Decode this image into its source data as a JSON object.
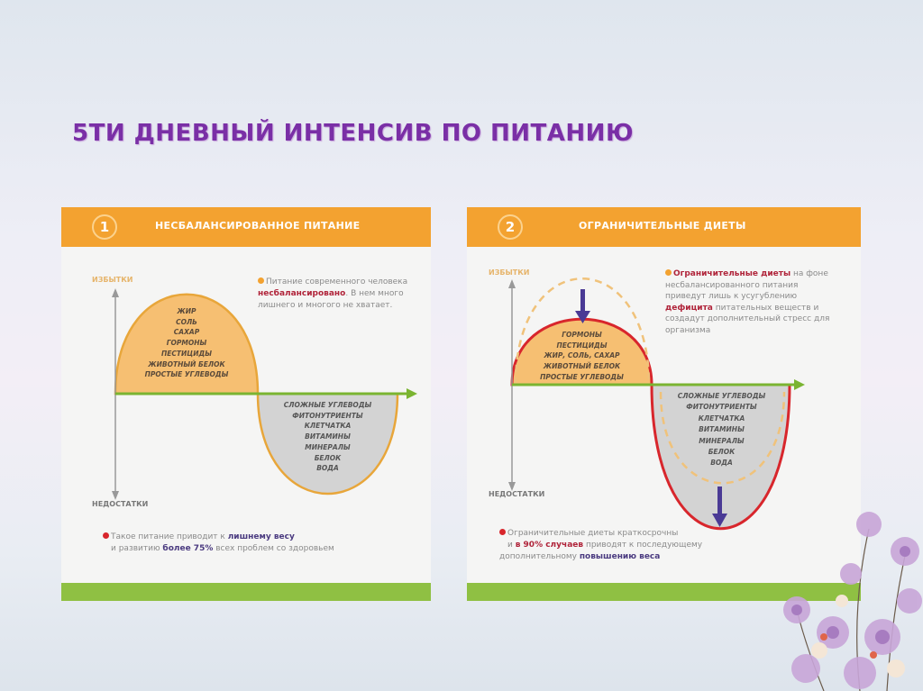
{
  "title": "5ТИ ДНЕВНЫЙ ИНТЕНСИВ ПО ПИТАНИЮ",
  "panels": [
    {
      "number": "1",
      "heading": "НЕСБАЛАНСИРОВАННОЕ ПИТАНИЕ",
      "axis_top": "ИЗБЫТКИ",
      "axis_bottom": "НЕДОСТАТКИ",
      "surplus": [
        "ЖИР",
        "СОЛЬ",
        "САХАР",
        "ГОРМОНЫ",
        "ПЕСТИЦИДЫ",
        "ЖИВОТНЫЙ БЕЛОК",
        "ПРОСТЫЕ УГЛЕВОДЫ"
      ],
      "deficit": [
        "СЛОЖНЫЕ УГЛЕВОДЫ",
        "ФИТОНУТРИЕНТЫ",
        "КЛЕТЧАТКА",
        "ВИТАМИНЫ",
        "МИНЕРАЛЫ",
        "БЕЛОК",
        "ВОДА"
      ],
      "note_top": {
        "a": "Питание современного человека",
        "b": "несбалансировано",
        "c": ". В нем много лишнего и многого не хватает."
      },
      "note_bottom": {
        "a": "Такое питание приводит к ",
        "b": "лишнему весу",
        "c": "и развитию ",
        "d": "более 75%",
        "e": " всех проблем со здоровьем"
      }
    },
    {
      "number": "2",
      "heading": "ОГРАНИЧИТЕЛЬНЫЕ ДИЕТЫ",
      "axis_top": "ИЗБЫТКИ",
      "axis_bottom": "НЕДОСТАТКИ",
      "surplus": [
        "ГОРМОНЫ",
        "ПЕСТИЦИДЫ",
        "ЖИР, СОЛЬ, САХАР",
        "ЖИВОТНЫЙ БЕЛОК",
        "ПРОСТЫЕ УГЛЕВОДЫ"
      ],
      "deficit": [
        "СЛОЖНЫЕ УГЛЕВОДЫ",
        "ФИТОНУТРИЕНТЫ",
        "КЛЕТЧАТКА",
        "ВИТАМИНЫ",
        "МИНЕРАЛЫ",
        "БЕЛОК",
        "ВОДА"
      ],
      "note_top": {
        "a": "Ограничительные диеты",
        "b": " на фоне несбалансированного питания приведут лишь к усугублению ",
        "c": "дефицита",
        "d": " питательных веществ и создадут дополнительный стресс для организма"
      },
      "note_bottom": {
        "a": "Ограничительные диеты краткосрочны",
        "b": "и ",
        "c": "в 90% случаев",
        "d": " приводят к последующему дополнительному ",
        "e": "повышению веса"
      }
    }
  ],
  "colors": {
    "orange": "#f3a230",
    "green": "#8fc043",
    "red": "#d8262c",
    "purple": "#4a3a95",
    "title": "#7a2fa6"
  }
}
